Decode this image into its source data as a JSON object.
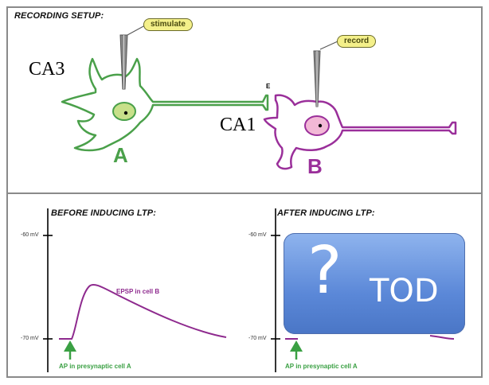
{
  "setup": {
    "header": "RECORDING SETUP:",
    "stimulate_tag": "stimulate",
    "record_tag": "record",
    "ca3_label": "CA3",
    "ca1_label": "CA1",
    "synapse_mark": "E",
    "cell_a_letter": "A",
    "cell_b_letter": "B"
  },
  "before": {
    "header": "BEFORE INDUCING LTP:",
    "tick_top": "-60 mV",
    "tick_bottom": "-70 mV",
    "trace_label": "EPSP in cell B",
    "arrow_label": "AP in presynaptic cell A"
  },
  "after": {
    "header": "AFTER INDUCING LTP:",
    "tick_top": "-60 mV",
    "tick_bottom": "-70 mV",
    "arrow_label": "AP in presynaptic cell A"
  },
  "placeholder": {
    "symbol": "?",
    "text": "TOD"
  },
  "colors": {
    "cell_a": "#4aa04a",
    "cell_a_nucleus": "#c8e08a",
    "cell_b": "#9a2f9a",
    "cell_b_nucleus": "#f2b8d6",
    "trace": "#8e2a8e",
    "arrow": "#3aa043",
    "tag_fill": "#f4f08a",
    "placeholder_box": "#5b88d8"
  }
}
